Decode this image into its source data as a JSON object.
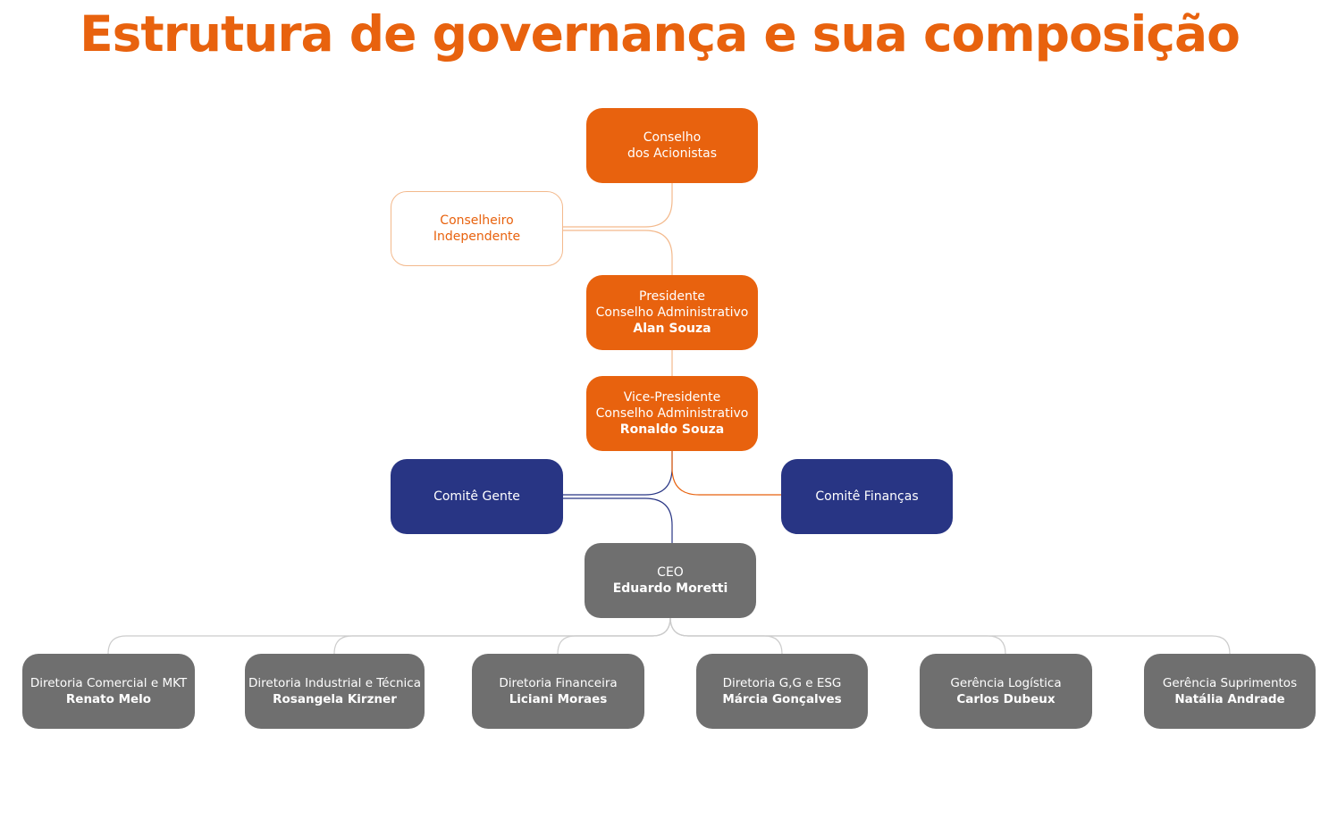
{
  "title": "Estrutura de governança e sua composição",
  "colors": {
    "orange": "#e8620e",
    "navy": "#283584",
    "gray": "#6f6f6f",
    "connector_gray": "#cccccc"
  },
  "nodes": {
    "acionistas": {
      "line1": "Conselho",
      "line2": "dos Acionistas"
    },
    "independente": {
      "line1": "Conselheiro",
      "line2": "Independente"
    },
    "presidente": {
      "line1": "Presidente",
      "line2": "Conselho Administrativo",
      "name": "Alan Souza"
    },
    "vice": {
      "line1": "Vice-Presidente",
      "line2": "Conselho Administrativo",
      "name": "Ronaldo Souza"
    },
    "comite_gente": {
      "label": "Comitê Gente"
    },
    "comite_financas": {
      "label": "Comitê Finanças"
    },
    "ceo": {
      "role": "CEO",
      "name": "Eduardo Moretti"
    },
    "directors": [
      {
        "role": "Diretoria Comercial e MKT",
        "name": "Renato Melo"
      },
      {
        "role": "Diretoria Industrial e Técnica",
        "name": "Rosangela Kirzner"
      },
      {
        "role": "Diretoria Financeira",
        "name": "Liciani Moraes"
      },
      {
        "role": "Diretoria G,G e ESG",
        "name": "Márcia Gonçalves"
      },
      {
        "role": "Gerência Logística",
        "name": "Carlos Dubeux"
      },
      {
        "role": "Gerência Suprimentos",
        "name": "Natália Andrade"
      }
    ]
  }
}
